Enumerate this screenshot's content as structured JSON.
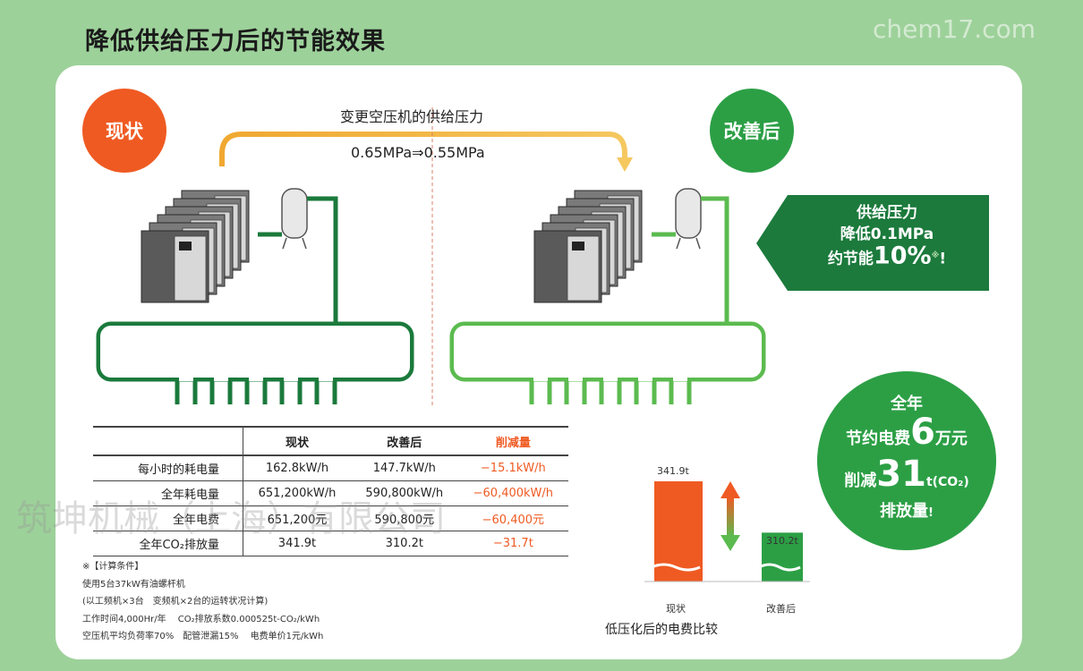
{
  "title": "降低供给压力后的节能效果",
  "watermark": {
    "site": "chem17.com",
    "company": "筑坤机械（上海）有限公司"
  },
  "badges": {
    "now": "现状",
    "after": "改善后"
  },
  "arrow": {
    "label": "变更空压机的供给压力",
    "pressure": "0.65MPa⇒0.55MPa"
  },
  "callout": {
    "line1": "供给压力",
    "line2": "降低0.1MPa",
    "line3_prefix": "约节能",
    "line3_value": "10%",
    "line3_mark": "※",
    "line3_suffix": "!"
  },
  "table": {
    "headers": [
      "",
      "现状",
      "改善后",
      "削减量"
    ],
    "rows": [
      [
        "每小时的耗电量",
        "162.8kW/h",
        "147.7kW/h",
        "−15.1kW/h"
      ],
      [
        "全年耗电量",
        "651,200kW/h",
        "590,800kW/h",
        "−60,400kW/h"
      ],
      [
        "全年电费",
        "651,200元",
        "590,800元",
        "−60,400元"
      ],
      [
        "全年CO₂排放量",
        "341.9t",
        "310.2t",
        "−31.7t"
      ]
    ]
  },
  "notes": [
    "※【计算条件】",
    "使用5台37kW有油螺杆机",
    "(以工频机×3台　变频机×2台的运转状况计算)",
    "工作时间4,000Hr/年　 CO₂排放系数0.000525t-CO₂/kWh",
    "空压机平均负荷率70%　配管泄漏15%　 电费单价1元/kWh"
  ],
  "bars": {
    "caption": "低压化后的电费比较",
    "items": [
      {
        "label": "现状",
        "value_label": "341.9t",
        "value": 341.9,
        "color": "#ef5a22"
      },
      {
        "label": "改善后",
        "value_label": "310.2t",
        "value": 310.2,
        "color": "#2c9f45"
      }
    ]
  },
  "bubble": {
    "l1": "全年",
    "l2_prefix": "节约电费",
    "l2_value": "6",
    "l2_suffix": "万元",
    "l3_prefix": "削减",
    "l3_value": "31",
    "l3_suffix": "t(CO₂)",
    "l4": "排放量",
    "l4_mark": "!"
  },
  "colors": {
    "orange": "#ef5a22",
    "green": "#2c9f45",
    "dark_green": "#1b7a3c",
    "light_green": "#5bbb4f",
    "arrow": "#f0a830"
  }
}
